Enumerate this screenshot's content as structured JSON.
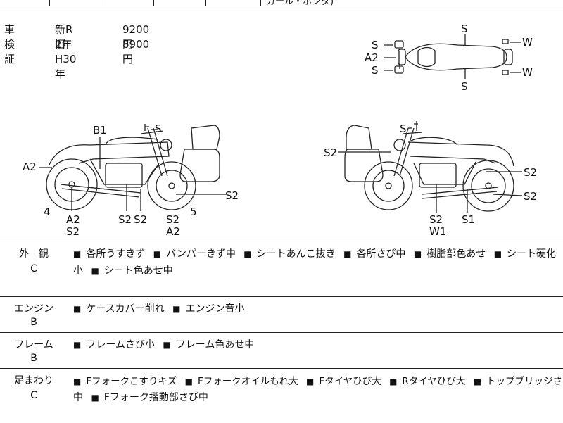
{
  "top_fragment": "カール・ホンダ)",
  "registration": {
    "label": "車検証",
    "rows": [
      {
        "era": "新R　2年",
        "price": "9200円"
      },
      {
        "era": "旧H30年",
        "price": "8900円"
      }
    ]
  },
  "diagram_labels": {
    "top_view": {
      "s1": "S",
      "a2": "A2",
      "s2": "S",
      "s_top": "S",
      "s_bottom": "S",
      "w_top": "W",
      "w_bottom": "W"
    },
    "left_view": {
      "b1": "B1",
      "s_mirror": "S",
      "a2_tail": "A2",
      "num4": "4",
      "a2_front": "A2",
      "s2_front": "S2",
      "s2_mid1": "S2",
      "s2_mid2": "S2",
      "s2_wheel": "S2",
      "a2_wheel": "A2",
      "num5": "5",
      "s2_right": "S2"
    },
    "right_view": {
      "s_mirror": "S",
      "s2_case": "S2",
      "s2_tank": "S2",
      "s2_wheel": "S2",
      "s2_engine": "S2",
      "w1": "W1",
      "s1": "S1"
    }
  },
  "inspection": [
    {
      "category": "外　観",
      "grade": "C",
      "lines": [
        [
          "各所うすきず",
          "バンパーきず中",
          "シートあんこ抜き",
          "各所さび中",
          "樹脂部色あせ",
          "シート硬化"
        ],
        [
          "小",
          "シート色あせ中"
        ]
      ]
    },
    {
      "category": "エンジン",
      "grade": "B",
      "lines": [
        [
          "ケースカバー削れ",
          "エンジン音小"
        ]
      ]
    },
    {
      "category": "フレーム",
      "grade": "B",
      "lines": [
        [
          "フレームさび小",
          "フレーム色あせ中"
        ]
      ]
    },
    {
      "category": "足まわり",
      "grade": "C",
      "lines": [
        [
          "Fフォークこすりキズ",
          "Fフォークオイルもれ大",
          "Fタイヤひび大",
          "Rタイヤひび大",
          "トップブリッジさび"
        ],
        [
          "中",
          "Fフォーク摺動部さび中"
        ]
      ]
    }
  ]
}
